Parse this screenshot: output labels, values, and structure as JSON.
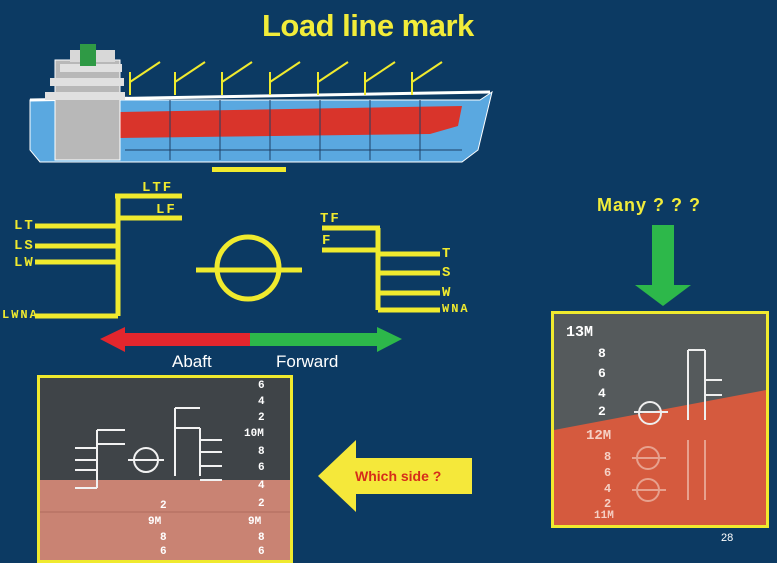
{
  "slide": {
    "title": "Load line mark",
    "page_number": "28"
  },
  "diagram": {
    "aft_marks": [
      "LTF",
      "LF",
      "LT",
      "LS",
      "LW",
      "LWNA"
    ],
    "fwd_marks": [
      "TF",
      "F",
      "T",
      "S",
      "W",
      "WNA"
    ],
    "direction_labels": {
      "abaft": "Abaft",
      "forward": "Forward"
    }
  },
  "callouts": {
    "many": "Many ? ? ?",
    "which_side": "Which side ?"
  },
  "photo_left": {
    "draft_numbers": [
      "6",
      "4",
      "2",
      "10M",
      "8",
      "6",
      "4",
      "2",
      "9M",
      "8",
      "6"
    ],
    "bottom_numbers": [
      "2",
      "9M",
      "8",
      "6"
    ]
  },
  "photo_right": {
    "draft_numbers": [
      "13M",
      "8",
      "6",
      "4",
      "2",
      "12M",
      "8",
      "6",
      "4",
      "2",
      "11M"
    ]
  },
  "colors": {
    "background": "#0c3a63",
    "mark_yellow": "#f0ea2e",
    "hull_red": "#d9342b",
    "arrow_green": "#2db84a",
    "arrow_yellow": "#f5e83a"
  }
}
